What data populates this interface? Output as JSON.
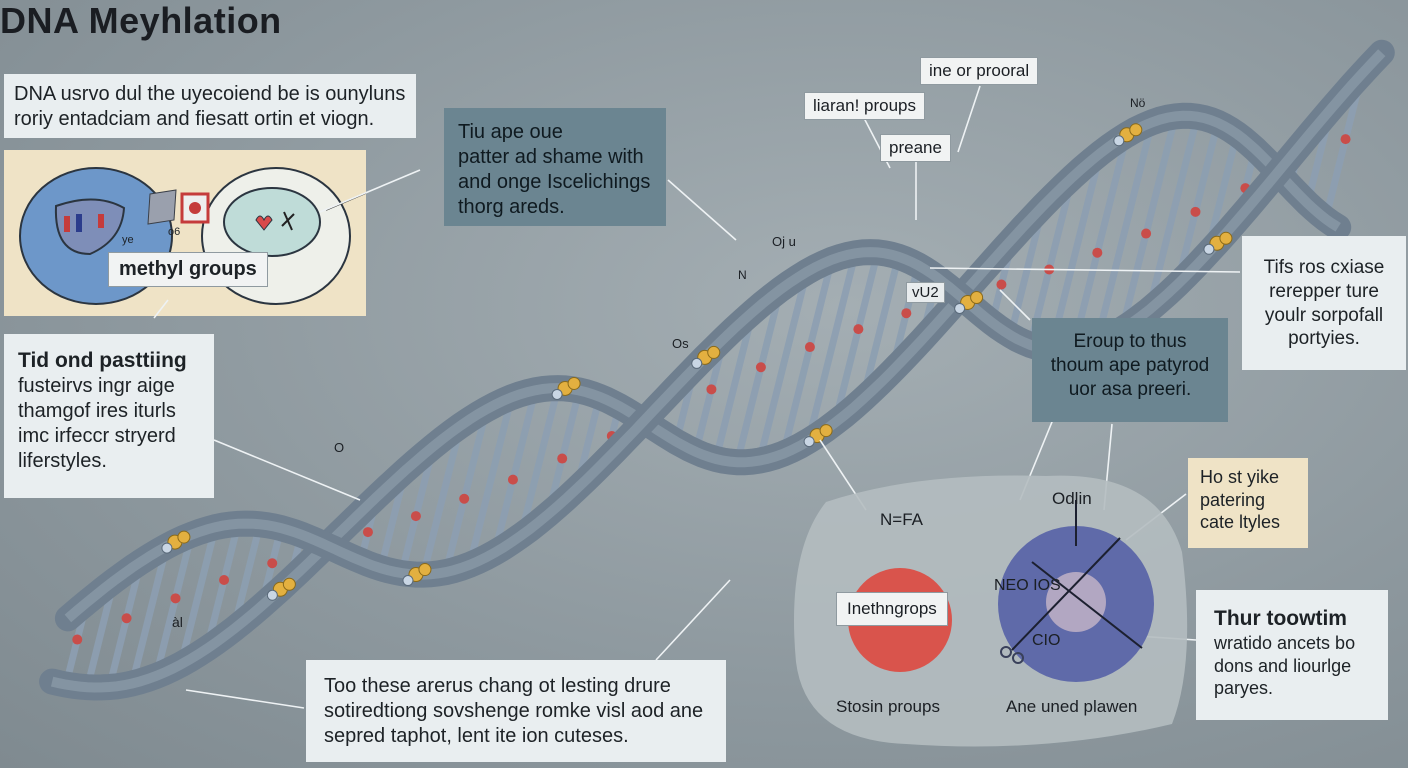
{
  "title": "DNA Meyhlation",
  "intro": {
    "line1": "DNA usrvo dul the uyecoiend be is ounyluns",
    "line2": "roriy entadciam and fiesatt ortin et viogn."
  },
  "cell_panel": {
    "tag_small": "ye",
    "tag_small2": "o6",
    "label": "methyl groups"
  },
  "pattern_box": {
    "line1": "Tiu ape oue",
    "line2": "patter ad shame with",
    "line3": "and onge Iscelichings",
    "line4": "thorg areds."
  },
  "top_labels": {
    "a": "ine or prooral",
    "b": "liaran! proups",
    "c": "preane"
  },
  "right_box1": {
    "line1": "Tifs ros cxiase",
    "line2": "rerepper ture",
    "line3": "youlr sorpofall",
    "line4": "portyies."
  },
  "left_box": {
    "heading": "Tid ond pasttiing",
    "line1": "fusteirvs ingr aige",
    "line2": "thamgof ires iturls",
    "line3": "imc irfeccr stryerd",
    "line4": "liferstyles."
  },
  "center_box": {
    "line1": "Eroup to thus",
    "line2": "thoum ape patyrod",
    "line3": "uor asa preeri."
  },
  "bottom_box": {
    "line1": "Too these arerus chang ot lesting drure",
    "line2": "sotiredtiong sovshenge romke visl aod ane",
    "line3": "sepred taphot, lent ite ion cuteses."
  },
  "comparison": {
    "left_top": "N=FA",
    "left_circle": "Inethngrops",
    "left_caption": "Stosin proups",
    "right_top": "Odlin",
    "right_in1": "NEO IOS",
    "right_in2": "CIO",
    "right_caption": "Ane uned plawen"
  },
  "tan_box": {
    "line1": "Ho st yike",
    "line2": "patering",
    "line3": "cate ltyles"
  },
  "right_box2": {
    "heading": "Thur toowtim",
    "line1": "wratido ancets bo",
    "line2": "dons and liourlge",
    "line3": "paryes."
  },
  "helix_labels": {
    "l1": "Oj u",
    "l2": "N",
    "l3": "Os",
    "l4": "O",
    "l5": "Nö",
    "l6": "vU2",
    "l7": "àl"
  },
  "colors": {
    "backbone": "#6f7f8f",
    "rung": "#8d9fb2",
    "methyl_mark": "#c94d4a",
    "methyl_ball": "#e3b040",
    "circle_red": "#d9544c",
    "circle_blue": "#5f6aa9"
  }
}
